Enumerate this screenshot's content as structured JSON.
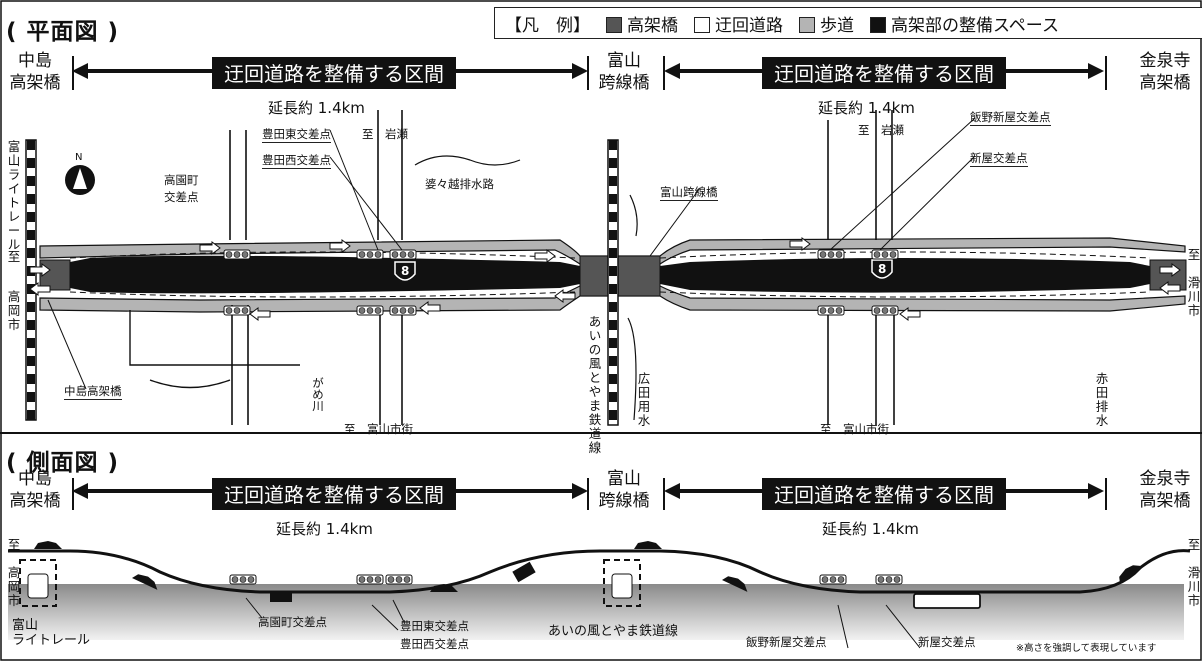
{
  "plan": {
    "title": "( 平面図 )",
    "legend": {
      "bracket": "【凡　例】",
      "items": [
        {
          "label": "高架橋",
          "color": "#555555"
        },
        {
          "label": "迂回道路",
          "color": "#ffffff"
        },
        {
          "label": "歩道",
          "color": "#b4b4b4"
        },
        {
          "label": "高架部の整備スペース",
          "color": "#111111"
        }
      ]
    },
    "left_end": "中島\n高架橋",
    "center_end": "富山\n跨線橋",
    "right_end": "金泉寺\n高架橋",
    "band_left": "迂回道路を整備する区間",
    "band_right": "迂回道路を整備する区間",
    "len_left": "延長約 1.4km",
    "len_right": "延長約 1.4km",
    "labels": {
      "toyoda_east": "豊田東交差点",
      "toyoda_west": "豊田西交差点",
      "iwase_l": "至　岩瀬",
      "iwase_r": "至　岩瀬",
      "takazono": "高園町\n交差点",
      "bababa": "婆々越排水路",
      "toyama_bridge": "富山跨線橋",
      "iino": "飯野新屋交差点",
      "shinya": "新屋交差点",
      "nakajima_bridge": "中島高架橋",
      "gamegawa": "がめ川",
      "city_l": "至　富山市街",
      "city_r": "至　富山市街",
      "ainokaze": "あいの風とやま鉄道線",
      "hiroda": "広田用水",
      "akada": "赤田排水",
      "light_rail": "富山ライトレール",
      "to_left": "至",
      "takaoka": "高岡市",
      "to_right": "至",
      "namerikawa": "滑川市",
      "north": "N",
      "route": "8"
    }
  },
  "side": {
    "title": "( 側面図 )",
    "left_end": "中島\n高架橋",
    "center_end": "富山\n跨線橋",
    "right_end": "金泉寺\n高架橋",
    "band_left": "迂回道路を整備する区間",
    "band_right": "迂回道路を整備する区間",
    "len_left": "延長約 1.4km",
    "len_right": "延長約 1.4km",
    "to_left": "至",
    "takaoka": "高岡市",
    "to_right": "至",
    "namerikawa": "滑川市",
    "light_rail": "富山\nライトレール",
    "takazono": "高園町交差点",
    "toyoda_east": "豊田東交差点",
    "toyoda_west": "豊田西交差点",
    "ainokaze": "あいの風とやま鉄道線",
    "iino": "飯野新屋交差点",
    "shinya": "新屋交差点",
    "note": "※高さを強調して表現しています"
  }
}
